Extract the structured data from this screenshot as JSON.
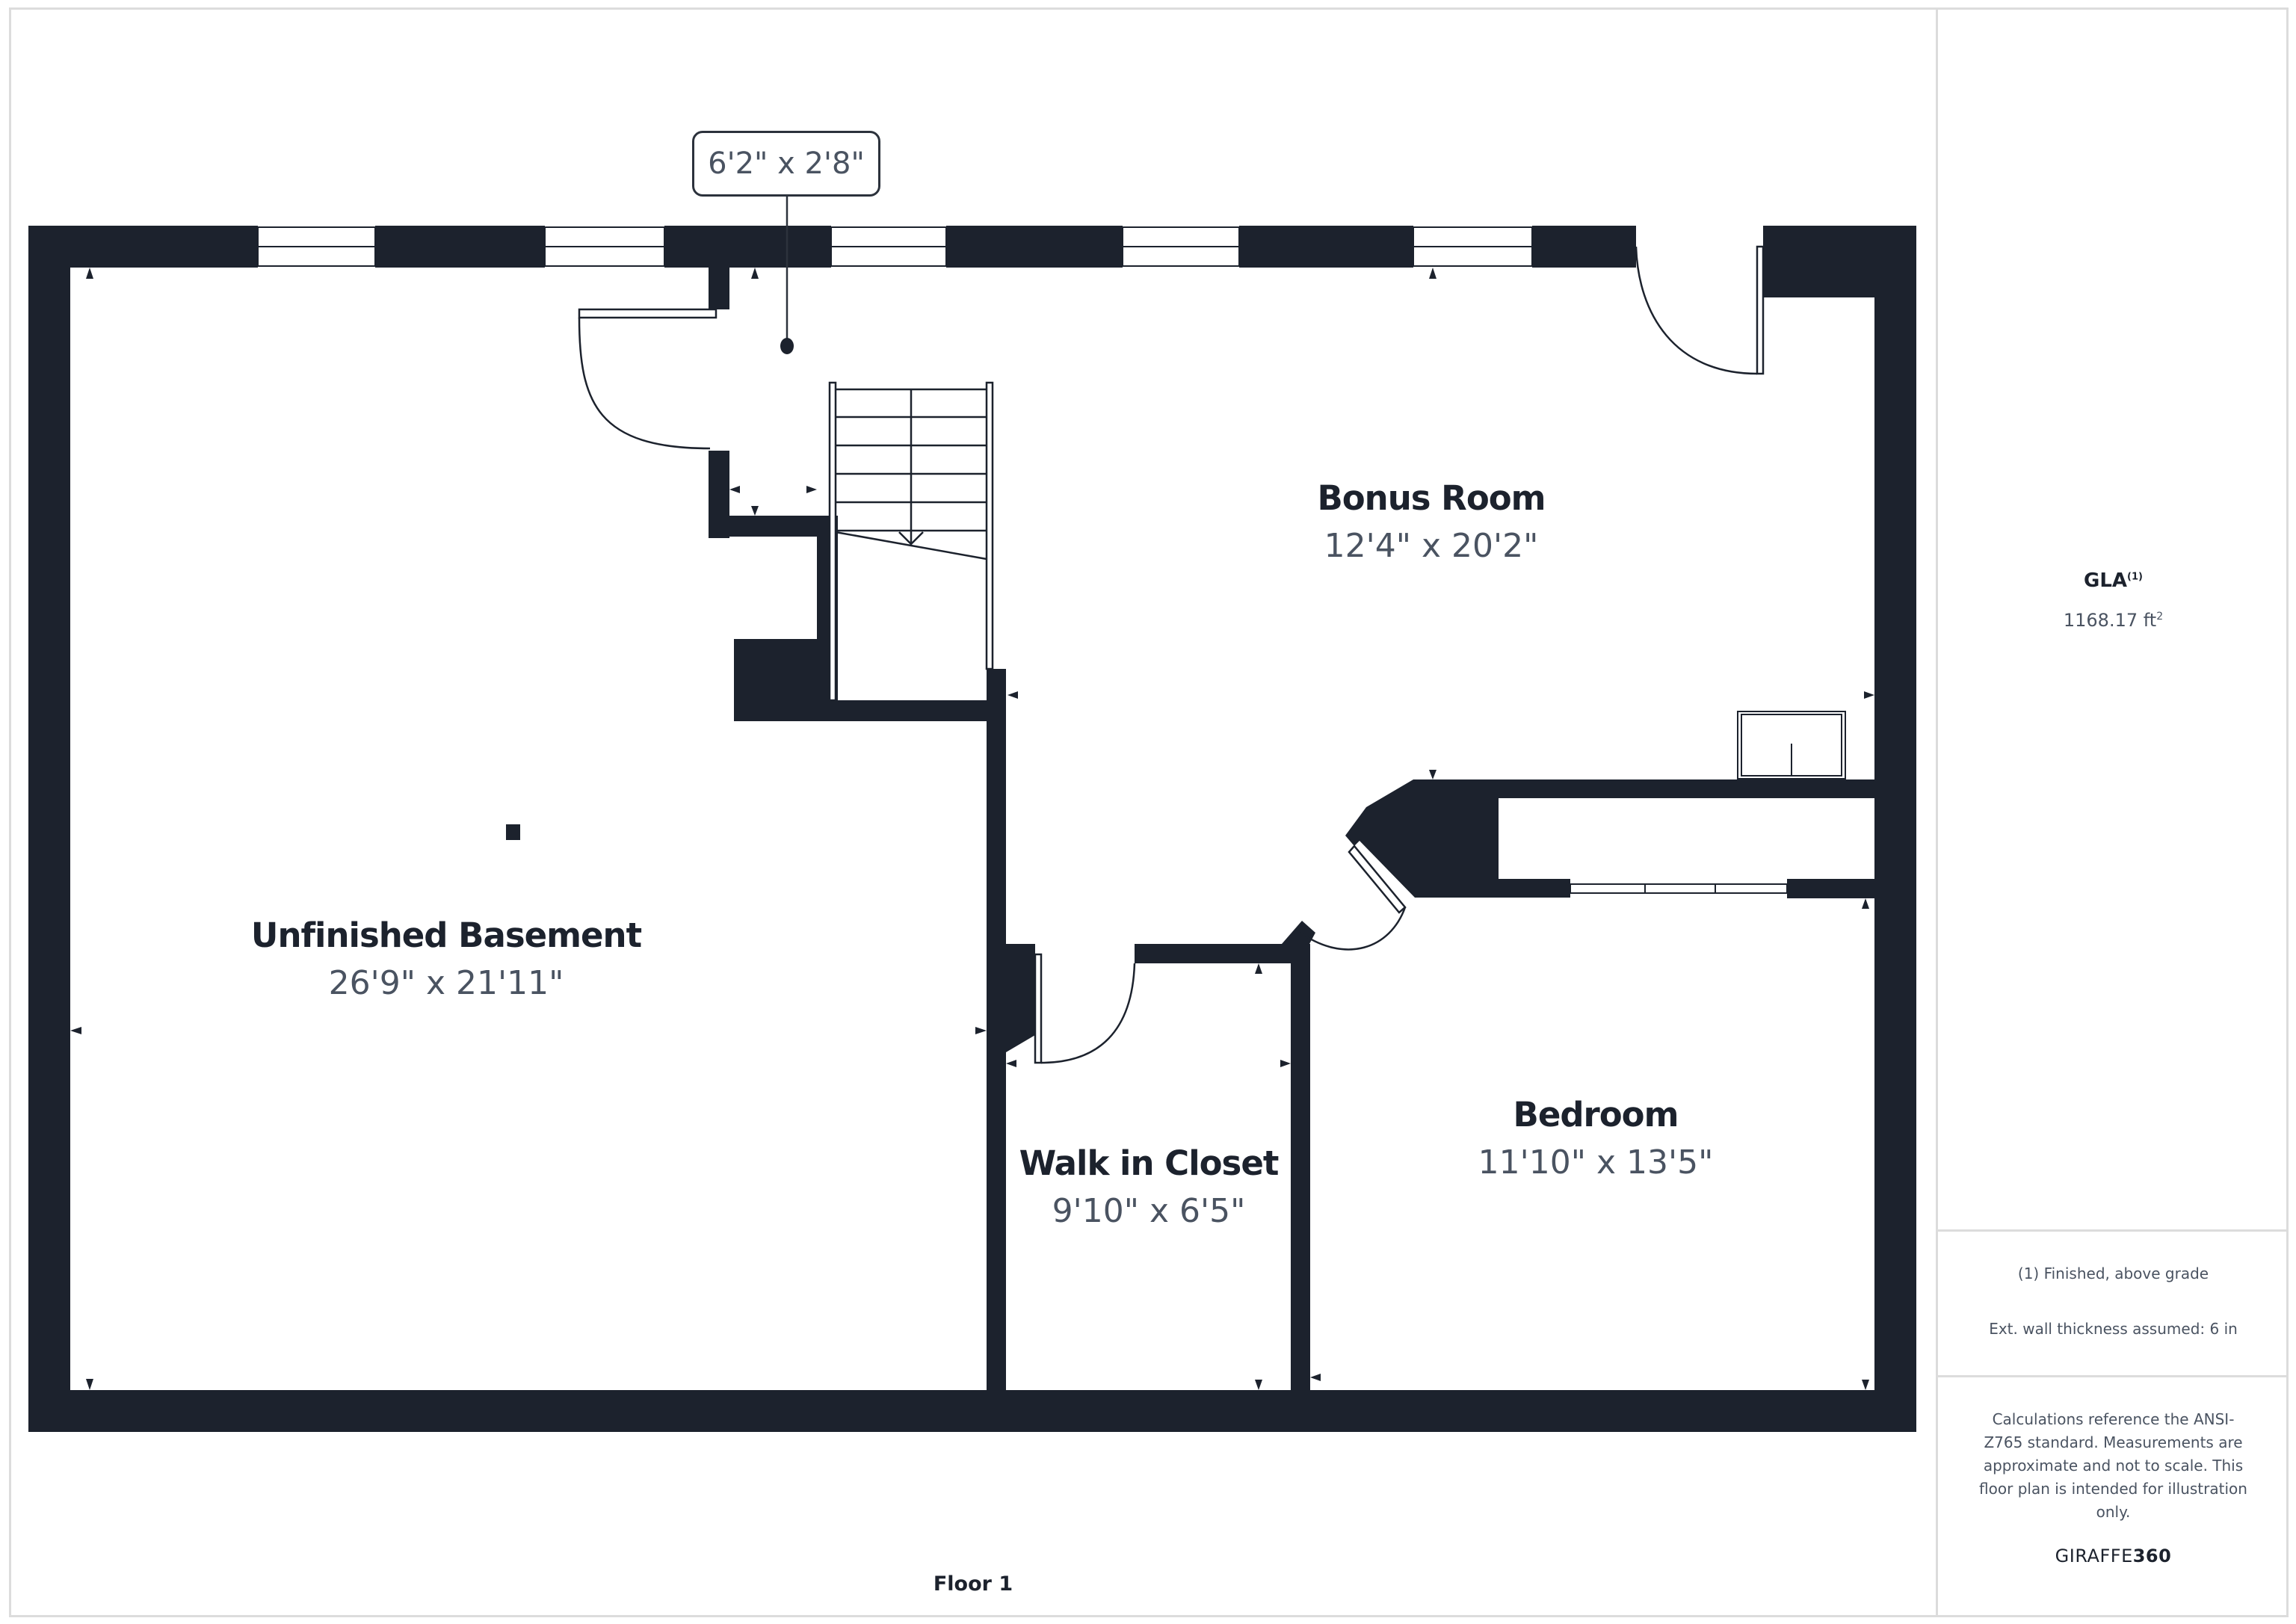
{
  "colors": {
    "wall": "#1c222d",
    "dimension_text": "#4a5361",
    "frame": "#dcdcdc",
    "background": "#ffffff"
  },
  "floor": {
    "label": "Floor 1"
  },
  "rooms": [
    {
      "name": "Bonus Room",
      "dimensions": "12'4\" x 20'2\""
    },
    {
      "name": "Unfinished Basement",
      "dimensions": "26'9\" x 21'11\""
    },
    {
      "name": "Walk in Closet",
      "dimensions": "9'10\" x 6'5\""
    },
    {
      "name": "Bedroom",
      "dimensions": "11'10\" x 13'5\""
    }
  ],
  "callout": {
    "dimensions": "6'2\" x 2'8\""
  },
  "sidebar": {
    "gla_title": "GLA",
    "gla_footnote_marker": "(1)",
    "gla_value": "1168.17 ft",
    "gla_unit_superscript": "2",
    "note_finished": "(1) Finished, above grade",
    "note_wall": "Ext. wall thickness assumed: 6 in",
    "disclaimer": "Calculations reference the ANSI-Z765 standard. Measurements are approximate and not to scale. This floor plan is intended for illustration only.",
    "brand_light": "GIRAFFE",
    "brand_bold": "360"
  }
}
